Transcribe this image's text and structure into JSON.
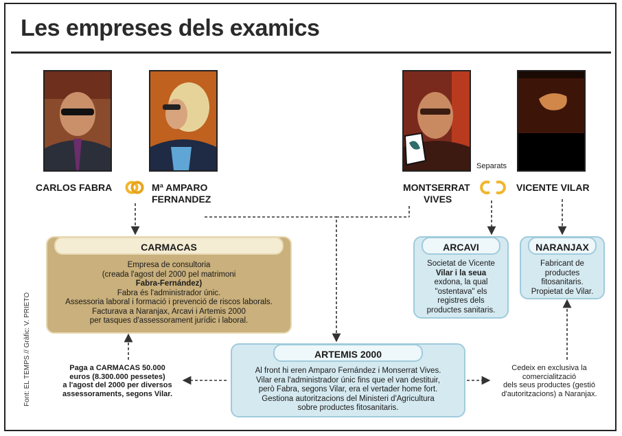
{
  "title": "Les empreses dels examics",
  "people": {
    "carlos": "CARLOS FABRA",
    "amparo_line1": "Mª AMPARO",
    "amparo_line2": "FERNANDEZ",
    "montserrat_line1": "MONTSERRAT",
    "montserrat_line2": "VIVES",
    "vicente": "VICENTE VILAR"
  },
  "separats": "Separats",
  "carmacas": {
    "name": "CARMACAS",
    "lines": [
      "Empresa de consultoria",
      "(creada l'agost del 2000 pel matrimoni",
      "Fabra-Fernández)",
      "Fabra és l'administrador únic.",
      "Assessoria laboral i formació i prevenció de riscos laborals.",
      "Facturava a Naranjax, Arcavi i Artemis 2000",
      "per tasques d'assessorament jurídic i laboral."
    ]
  },
  "arcavi": {
    "name": "ARCAVI",
    "lines": [
      "Societat de Vicente",
      "Vilar i la seua",
      "exdona, la qual",
      "\"ostentava\" els",
      "registres dels",
      "productes sanitaris."
    ]
  },
  "naranjax": {
    "name": "NARANJAX",
    "lines": [
      "Fabricant de",
      "productes",
      "fitosanitaris.",
      "Propietat de Vilar."
    ]
  },
  "artemis": {
    "name": "ARTEMIS 2000",
    "lines": [
      "Al front hi eren Amparo Fernández i Monserrat Vives.",
      "Vilar era l'administrador únic fins que el van destituir,",
      "però Fabra, segons Vilar, era el vertader home fort.",
      "Gestiona autoritzacions del Ministeri d'Agricultura",
      "sobre productes fitosanitaris."
    ]
  },
  "note_left": {
    "lines": [
      "Paga a CARMACAS 50.000",
      "euros (8.300.000 pessetes)",
      "a l'agost del 2000 per diversos",
      "assessoraments, segons Vilar."
    ]
  },
  "note_right": {
    "lines": [
      "Cedeix en exclusiva la",
      "comercialització",
      "dels seus productes (gestió",
      "d'autoritzacions) a Naranjax."
    ]
  },
  "credit": "Font: EL TEMPS // Gràfic: V. PRIETO",
  "colors": {
    "carmacas_fill": "#c9b07c",
    "blue_fill": "#d5e9f0",
    "ring_gold": "#f2b52c",
    "ring_orange": "#f29a1c"
  }
}
